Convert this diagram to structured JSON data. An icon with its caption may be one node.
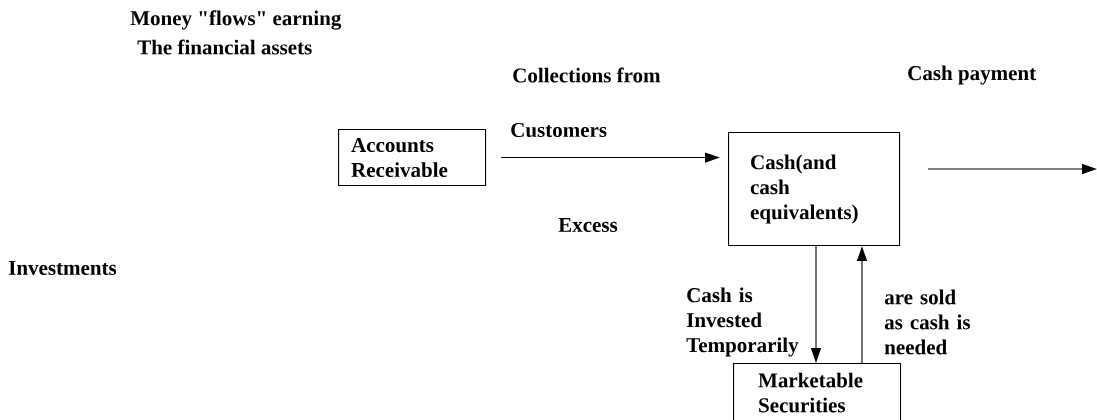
{
  "diagram": {
    "nodes": [
      {
        "text": [
          "Accounts Receivable"
        ]
      },
      {
        "text": [
          "Cash(and cash equivalents)"
        ]
      },
      {
        "text": [
          "Marketable Securities"
        ]
      }
    ],
    "edges": [
      {
        "from": 0,
        "to": 1,
        "arrow": "to"
      },
      {
        "from": 1,
        "to": null,
        "arrow": "to"
      },
      {
        "from": 1,
        "to": 2,
        "arrow": "to"
      },
      {
        "from": 2,
        "to": 1,
        "arrow": "to"
      }
    ],
    "labels": [
      "Money \"flows\" earning",
      "The financial assets",
      "Collections from",
      "Cash payment",
      "Customers",
      "Excess",
      "Investments",
      "Cash is Invested Temporarily",
      "are sold as cash is needed"
    ]
  }
}
